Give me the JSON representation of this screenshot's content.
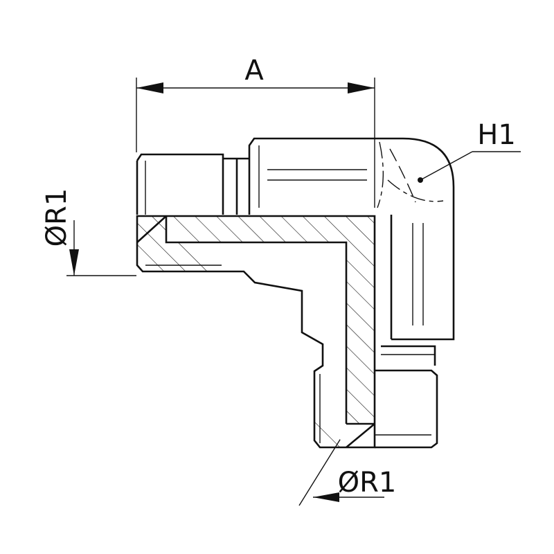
{
  "labels": {
    "dim_length": "A",
    "hex_callout": "H1",
    "diameter_left": "ØR1",
    "diameter_bottom": "ØR1"
  },
  "colors": {
    "line": "#111111",
    "background": "#ffffff"
  }
}
